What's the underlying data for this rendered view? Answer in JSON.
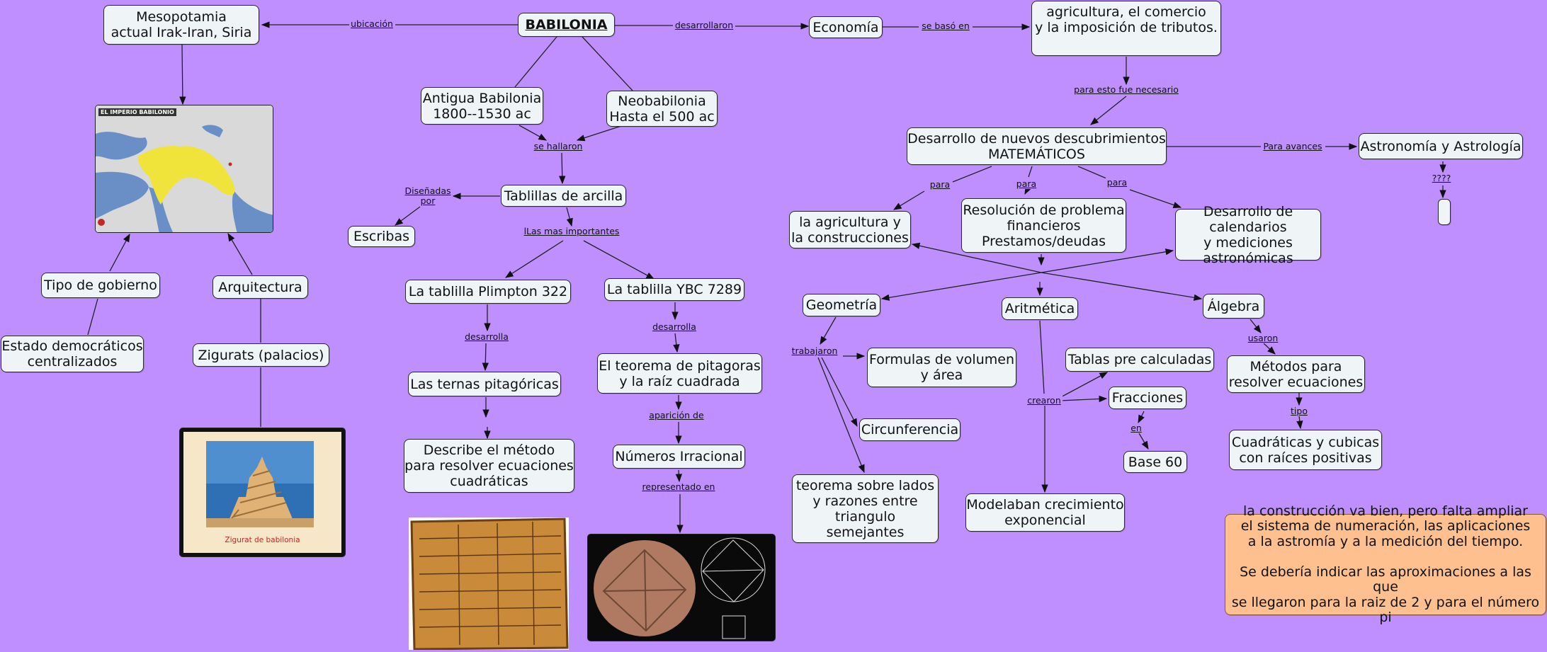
{
  "colors": {
    "background": "#C08FFF",
    "node_fill": "#EFF5F7",
    "note_fill": "#FDC08E"
  },
  "nodes": {
    "babilonia": "BABILONIA",
    "mesopotamia": "Mesopotamia\nactual Irak-Iran, Siria",
    "economia": "Economía",
    "agricultura_comercio": "agricultura, el comercio\ny la imposición de tributos.",
    "antigua": "Antigua Babilonia\n1800--1530 ac",
    "neobabilonia": "Neobabilonia\nHasta el 500 ac",
    "tablillas": "Tablillas de arcilla",
    "escribas": "Escribas",
    "plimpton": "La tablilla Plimpton 322",
    "ybc": "La tablilla YBC 7289",
    "ternas": "Las ternas pitagóricas",
    "describe": "Describe el método\npara resolver ecuaciones\ncuadráticas",
    "pitagoras": "El teorema de pitagoras\ny la raíz cuadrada",
    "irracional": "Números Irracional",
    "tipo_gobierno": "Tipo de gobierno",
    "estado": "Estado democráticos\ncentralizados",
    "arquitectura": "Arquitectura",
    "zigurats": "Zigurats (palacios)",
    "desarrollo": "Desarrollo de nuevos descubrimientos\nMATEMÁTICOS",
    "astronomia": "Astronomía y Astrología",
    "empty": "",
    "agri_construcciones": "la agricultura y\nla construcciones",
    "resolucion": "Resolución de problema\nfinancieros\nPrestamos/deudas",
    "calendarios": "Desarrollo de calendarios\ny mediciones\nastronómicas",
    "geometria": "Geometría",
    "aritmetica": "Aritmética",
    "algebra": "Álgebra",
    "formulas": "Formulas de volumen\ny área",
    "circunferencia": "Circunferencia",
    "teorema_lados": "teorema sobre lados\ny razones entre\ntriangulo\nsemejantes",
    "tablas": "Tablas pre calculadas",
    "fracciones": "Fracciones",
    "base60": "Base 60",
    "modelaban": "Modelaban crecimiento\nexponencial",
    "metodos": "Métodos para\nresolver ecuaciones",
    "cuadraticas": "Cuadráticas y cubicas\ncon raíces positivas",
    "note": "la construcción va bien, pero falta ampliar\nel sistema de numeración, las aplicaciones\na la astromía y a la medición del tiempo.\n\nSe debería indicar las aproximaciones a las que\nse llegaron para la raiz de 2 y para el número pi"
  },
  "labels": {
    "ubicacion": "ubicación",
    "desarrollaron": "desarrollaron",
    "se_baso_en": "se basó en",
    "para_esto": "para esto fue necesario",
    "se_hallaron": "se hallaron",
    "disenadas": "Diseñadas\npor",
    "las_mas": "lLas mas importantes",
    "desarrolla_1": "desarrolla",
    "desarrolla_2": "desarrolla",
    "aparicion": "aparición de",
    "representado": "representado en",
    "para_avances": "Para avances",
    "interrogantes": "????",
    "para_1": "para",
    "para_2": "para",
    "para_3": "para",
    "trabajaron": "trabajaron",
    "crearon": "crearon",
    "en": "en",
    "usaron": "usaron",
    "tipo": "tipo"
  },
  "images": {
    "map_title": "EL IMPERIO BABILONIO",
    "zigurat_caption": "Zigurat de babilonia"
  }
}
